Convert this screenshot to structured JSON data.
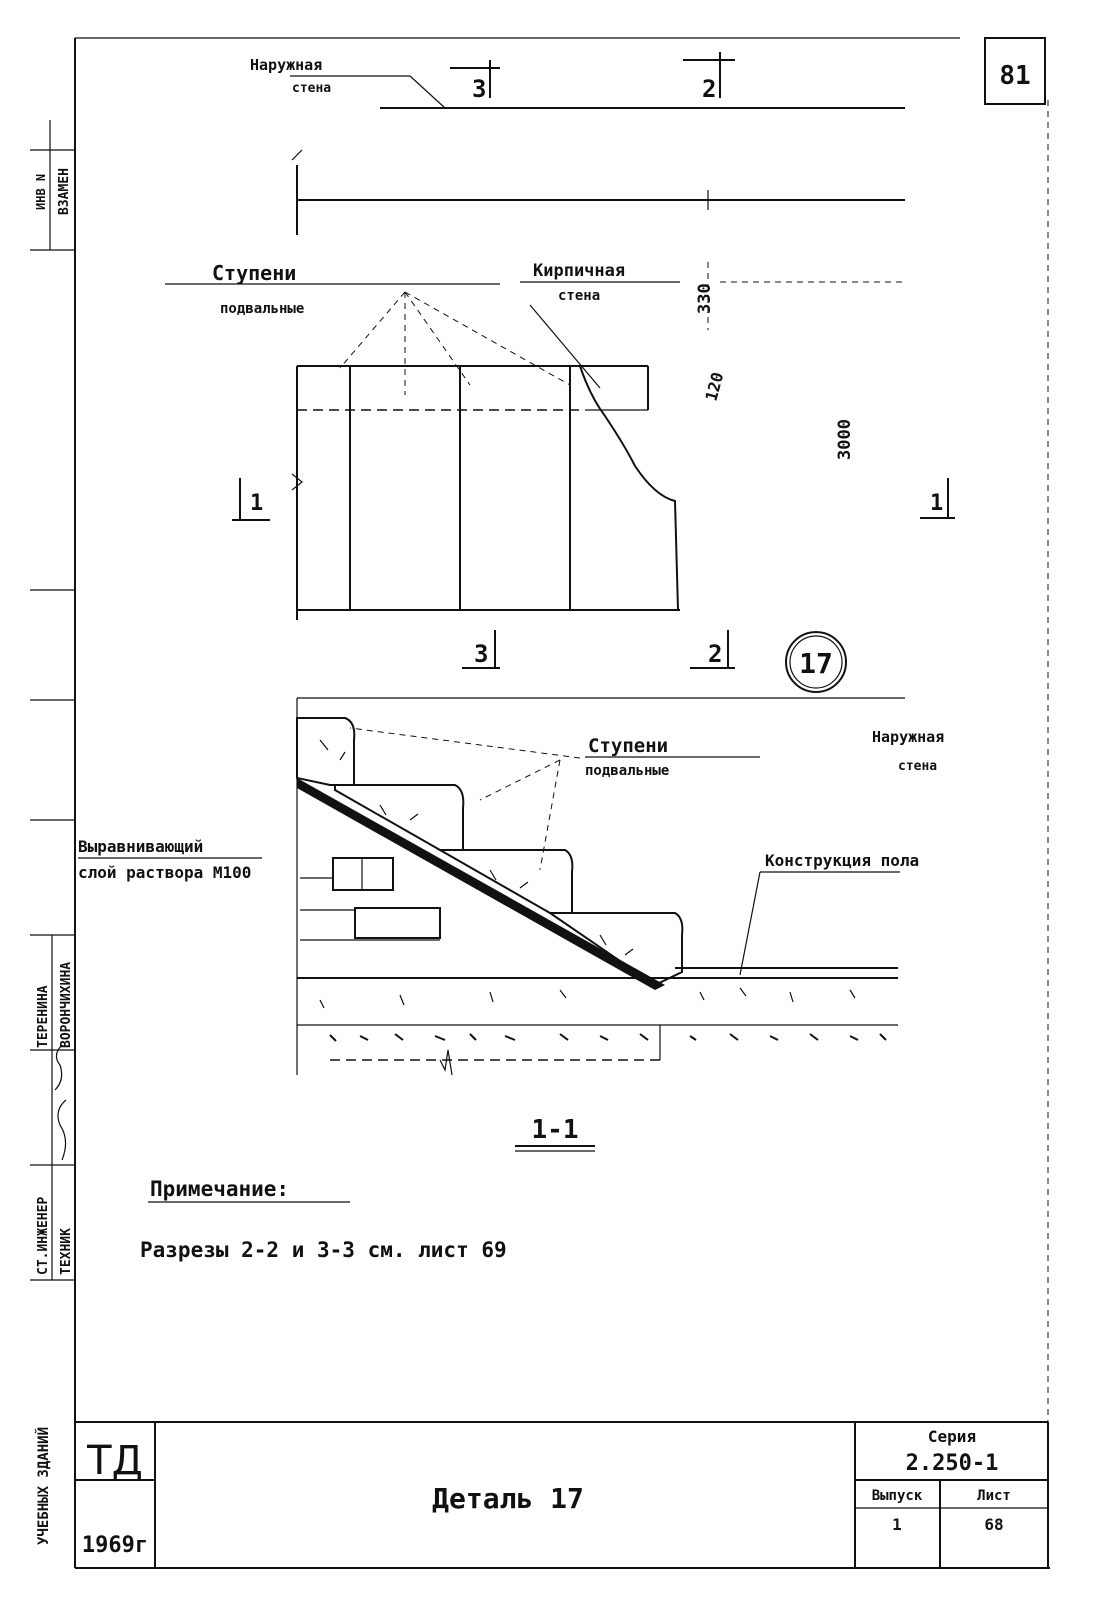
{
  "sheet_corner_mark": "81",
  "plan": {
    "outer_wall_label_1": "Наружная",
    "outer_wall_label_2": "стена",
    "steps_label_1": "Ступени",
    "steps_label_2": "подвальные",
    "brick_wall_label_1": "Кирпичная",
    "brick_wall_label_2": "стена",
    "dim_330": "330",
    "dim_120": "120",
    "dim_3000": "3000",
    "cut_1_left": "1",
    "cut_1_right": "1",
    "cut_3_top": "3",
    "cut_2_top": "2",
    "cut_3_bottom": "3",
    "cut_2_bottom": "2",
    "detail_number": "17"
  },
  "section": {
    "steps_label_1": "Ступени",
    "steps_label_2": "подвальные",
    "outer_wall_label_1": "Наружная",
    "outer_wall_label_2": "стена",
    "leveling_label_1": "Выравнивающий",
    "leveling_label_2": "слой раствора М100",
    "floor_label": "Конструкция пола",
    "section_title": "1-1"
  },
  "note": {
    "title": "Примечание:",
    "text": "Разрезы 2-2 и 3-3 см. лист 69"
  },
  "left_margin": {
    "stamp_1": "ИНВ N",
    "stamp_2": "ВЗАМЕН",
    "role_1": "СТ.ИНЖЕНЕР",
    "role_2": "ТЕХНИК",
    "name_1": "ТЕРЕНИНА",
    "name_2": "ВОРОНЧИХИНА",
    "dept": "УЧЕБНЫХ ЗДАНИЙ"
  },
  "title_block": {
    "org": "ТД",
    "year": "1969г",
    "title": "Деталь 17",
    "series_label": "Серия",
    "series_value": "2.250-1",
    "issue_label": "Выпуск",
    "issue_value": "1",
    "sheet_label": "Лист",
    "sheet_value": "68"
  }
}
